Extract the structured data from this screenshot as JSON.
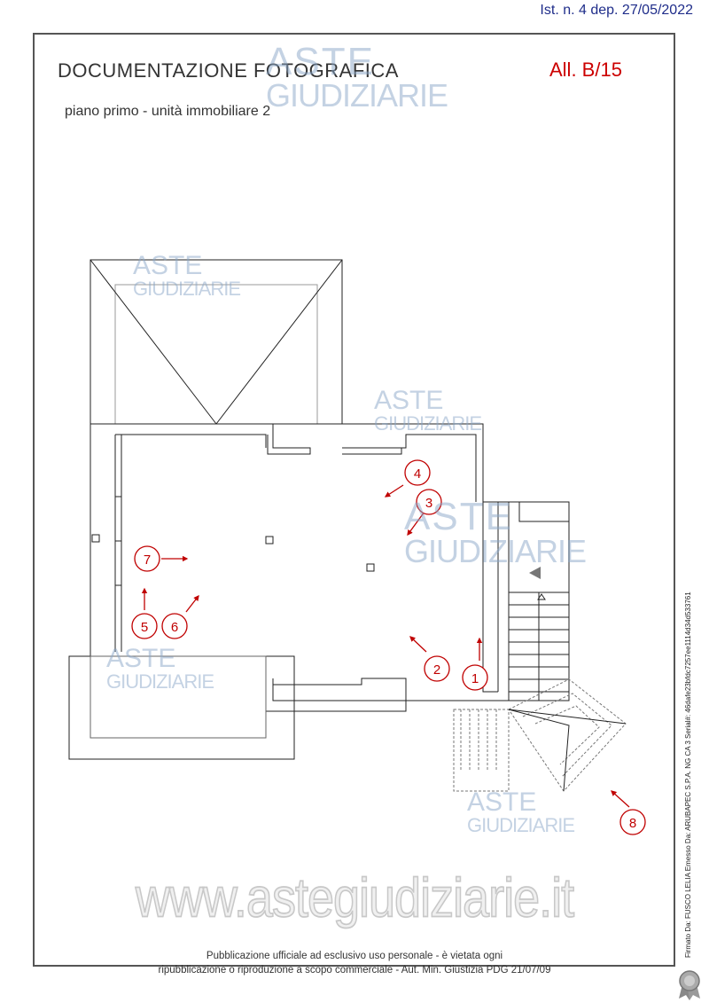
{
  "header": {
    "stamp": "Ist. n. 4 dep. 27/05/2022",
    "title": "DOCUMENTAZIONE FOTOGRAFICA",
    "code": "All. B/15",
    "subtitle": "piano primo - unità immobiliare 2"
  },
  "markers": [
    {
      "label": "1"
    },
    {
      "label": "2"
    },
    {
      "label": "3"
    },
    {
      "label": "4"
    },
    {
      "label": "5"
    },
    {
      "label": "6"
    },
    {
      "label": "7"
    },
    {
      "label": "8"
    }
  ],
  "watermark": {
    "line1": "ASTE",
    "line2": "GIUDIZIARIE",
    "site": "www.astegiudiziarie.it"
  },
  "footer": {
    "notice_line1": "Pubblicazione ufficiale ad esclusivo uso personale - è vietata ogni",
    "notice_line2": "ripubblicazione o riproduzione a scopo commerciale - Aut. Min. Giustizia PDG 21/07/09"
  },
  "signature": "Firmato Da: FUSCO LELIA Emesso Da: ARUBAPEC S.P.A. NG CA 3 Serial#: 46dafe23bfdc7257ee1114d34d533761",
  "colors": {
    "marker": "#c00000",
    "stamp": "#1f2d8a",
    "plan_line": "#222222"
  }
}
